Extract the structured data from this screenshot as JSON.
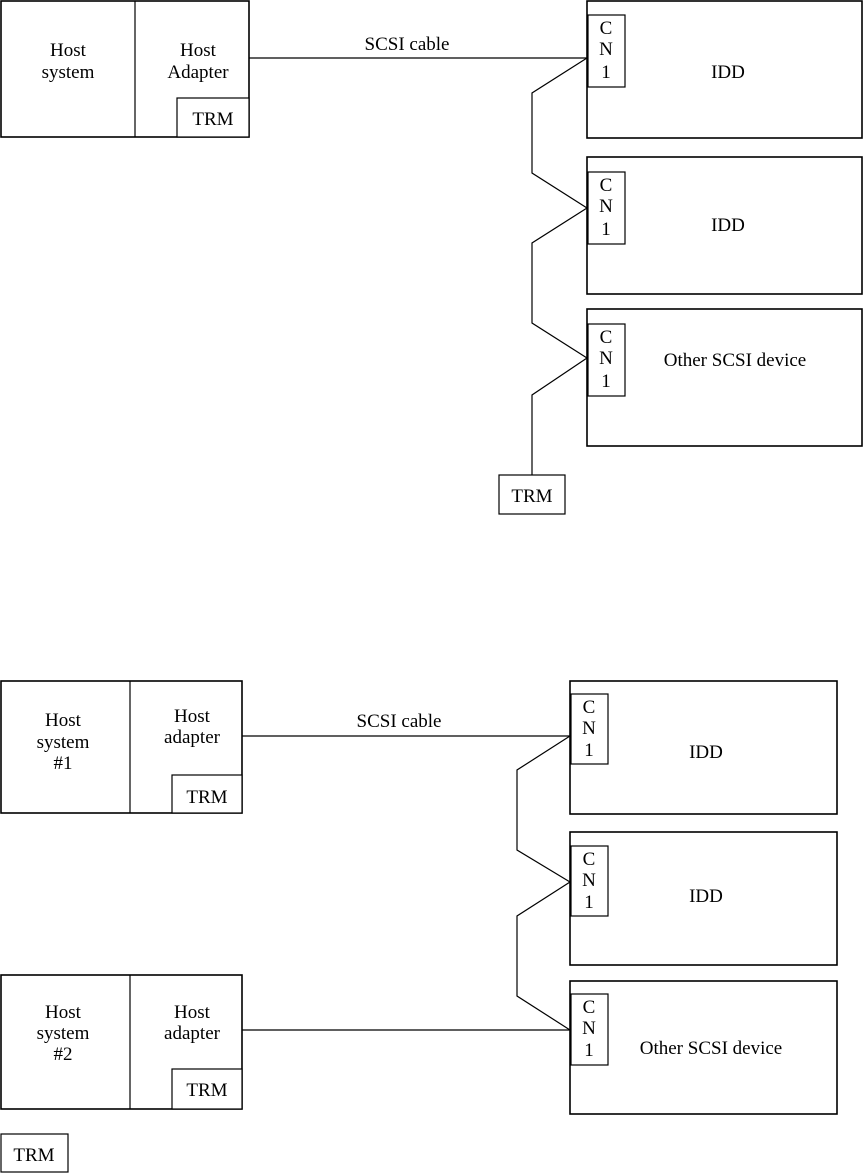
{
  "diagram1": {
    "host_system": [
      "Host",
      "system"
    ],
    "host_adapter": [
      "Host",
      "Adapter"
    ],
    "trm": "TRM",
    "cable_label": "SCSI cable",
    "connector": [
      "C",
      "N",
      "1"
    ],
    "devices": [
      "IDD",
      "IDD",
      "Other SCSI device"
    ],
    "terminator": "TRM"
  },
  "diagram2": {
    "host_system_1": [
      "Host",
      "system",
      "#1"
    ],
    "host_adapter_1": [
      "Host",
      "adapter"
    ],
    "trm_1": "TRM",
    "cable_label": "SCSI cable",
    "connector": [
      "C",
      "N",
      "1"
    ],
    "devices": [
      "IDD",
      "IDD",
      "Other SCSI device"
    ],
    "host_system_2": [
      "Host",
      "system",
      "#2"
    ],
    "host_adapter_2": [
      "Host",
      "adapter"
    ],
    "trm_2": "TRM",
    "legend_trm": "TRM"
  }
}
